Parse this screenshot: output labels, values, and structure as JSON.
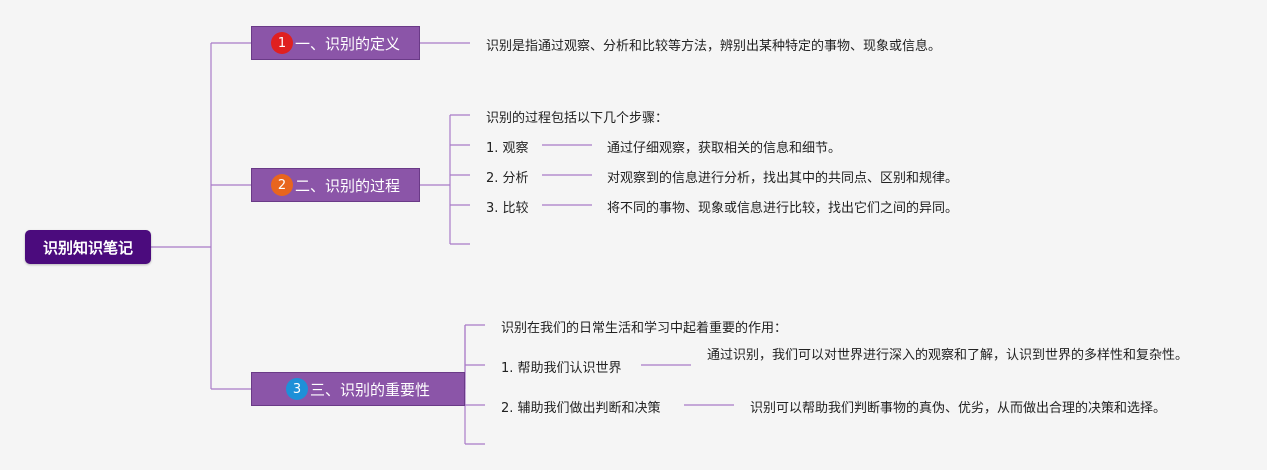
{
  "root": {
    "label": "识别知识笔记"
  },
  "branches": [
    {
      "number": "1",
      "number_color": "#e02020",
      "title": "一、识别的定义",
      "description": "识别是指通过观察、分析和比较等方法，辨别出某种特定的事物、现象或信息。"
    },
    {
      "number": "2",
      "number_color": "#e8651e",
      "title": "二、识别的过程",
      "intro": "识别的过程包括以下几个步骤：",
      "steps": [
        {
          "label": "1. 观察",
          "detail": "通过仔细观察，获取相关的信息和细节。"
        },
        {
          "label": "2. 分析",
          "detail": "对观察到的信息进行分析，找出其中的共同点、区别和规律。"
        },
        {
          "label": "3. 比较",
          "detail": "将不同的事物、现象或信息进行比较，找出它们之间的异同。"
        }
      ]
    },
    {
      "number": "3",
      "number_color": "#1e90d8",
      "title": "三、识别的重要性",
      "intro": "识别在我们的日常生活和学习中起着重要的作用：",
      "points": [
        {
          "label": "1. 帮助我们认识世界",
          "detail": "通过识别，我们可以对世界进行深入的观察和了解，认识到世界的多样性和复杂性。"
        },
        {
          "label": "2. 辅助我们做出判断和决策",
          "detail": "识别可以帮助我们判断事物的真伪、优劣，从而做出合理的决策和选择。"
        }
      ]
    }
  ],
  "colors": {
    "line": "#a97bc8",
    "root_bg": "#4b0b7d",
    "branch_bg": "#8b55a8",
    "background": "#f5f5f5"
  }
}
